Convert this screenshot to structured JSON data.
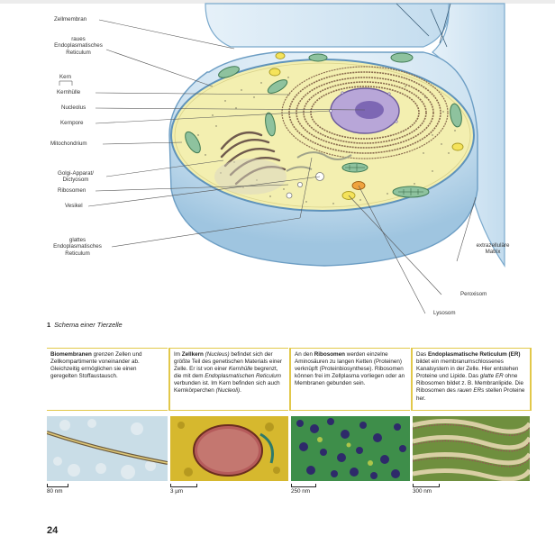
{
  "labels": {
    "zellmembran": "Zellmembran",
    "raues_er": [
      "raues",
      "Endoplasmatisches",
      "Reticulum"
    ],
    "kern": "Kern",
    "kernhuelle": "Kernhülle",
    "nucleolus": "Nucleolus",
    "kernpore": "Kernpore",
    "mitochondrium": "Mitochondrium",
    "golgi": [
      "Golgi-Apparat/",
      "Dictyosom"
    ],
    "ribosomen": "Ribosomen",
    "vesikel": "Vesikel",
    "glattes_er": [
      "glattes",
      "Endoplasmatisches",
      "Reticulum"
    ],
    "matrix": [
      "extrazelluläre",
      "Matrix"
    ],
    "peroxisom": "Peroxisom",
    "lysosom": "Lysosom"
  },
  "caption": {
    "number": "1",
    "text": "Schema einer Tierzelle"
  },
  "boxes": [
    [
      {
        "t": "Biomembranen",
        "s": "b"
      },
      {
        "t": " grenzen Zellen und Zellkompartimente voneinander ab. Gleichzeitig ermöglichen sie einen geregelten Stoffaustausch."
      }
    ],
    [
      {
        "t": "Im "
      },
      {
        "t": "Zellkern",
        "s": "b"
      },
      {
        "t": " "
      },
      {
        "t": "(Nucleus)",
        "s": "i"
      },
      {
        "t": " befindet sich der größte Teil des genetischen Materials einer Zelle. Er ist von einer "
      },
      {
        "t": "Kernhülle",
        "s": "i"
      },
      {
        "t": " begrenzt, die mit dem "
      },
      {
        "t": "Endoplasmatischen Reticulum",
        "s": "i"
      },
      {
        "t": " verbunden ist. Im Kern befinden sich auch Kernkörperchen "
      },
      {
        "t": "(Nucleoli)",
        "s": "i"
      },
      {
        "t": "."
      }
    ],
    [
      {
        "t": "An den "
      },
      {
        "t": "Ribosomen",
        "s": "b"
      },
      {
        "t": " werden einzelne Aminosäuren zu langen Ketten (Proteinen) verknüpft (Proteinbiosynthese). Ribosomen können frei im Zellplasma vorliegen oder an Membranen gebunden sein."
      }
    ],
    [
      {
        "t": "Das "
      },
      {
        "t": "Endoplasmatische Reticulum",
        "s": "b"
      },
      {
        "t": " "
      },
      {
        "t": "(ER)",
        "s": "b"
      },
      {
        "t": " bildet ein membranumschlossenes Kanalsystem in der Zelle. Hier entstehen Proteine und Lipide. Das "
      },
      {
        "t": "glatte ER",
        "s": "i"
      },
      {
        "t": " ohne Ribosomen bildet z. B. Membranlipide. Die Ribosomen des "
      },
      {
        "t": "rauen ERs",
        "s": "i"
      },
      {
        "t": " stellen Proteine her."
      }
    ]
  ],
  "scales": [
    "80 nm",
    "3 µm",
    "250 nm",
    "300 nm"
  ],
  "page_number": "24",
  "colors": {
    "accent_box": "#e2c84a",
    "cytoplasm": "#f3efb0",
    "membrane": "#9ec6e2",
    "nucleus": "#b8a6d8"
  }
}
